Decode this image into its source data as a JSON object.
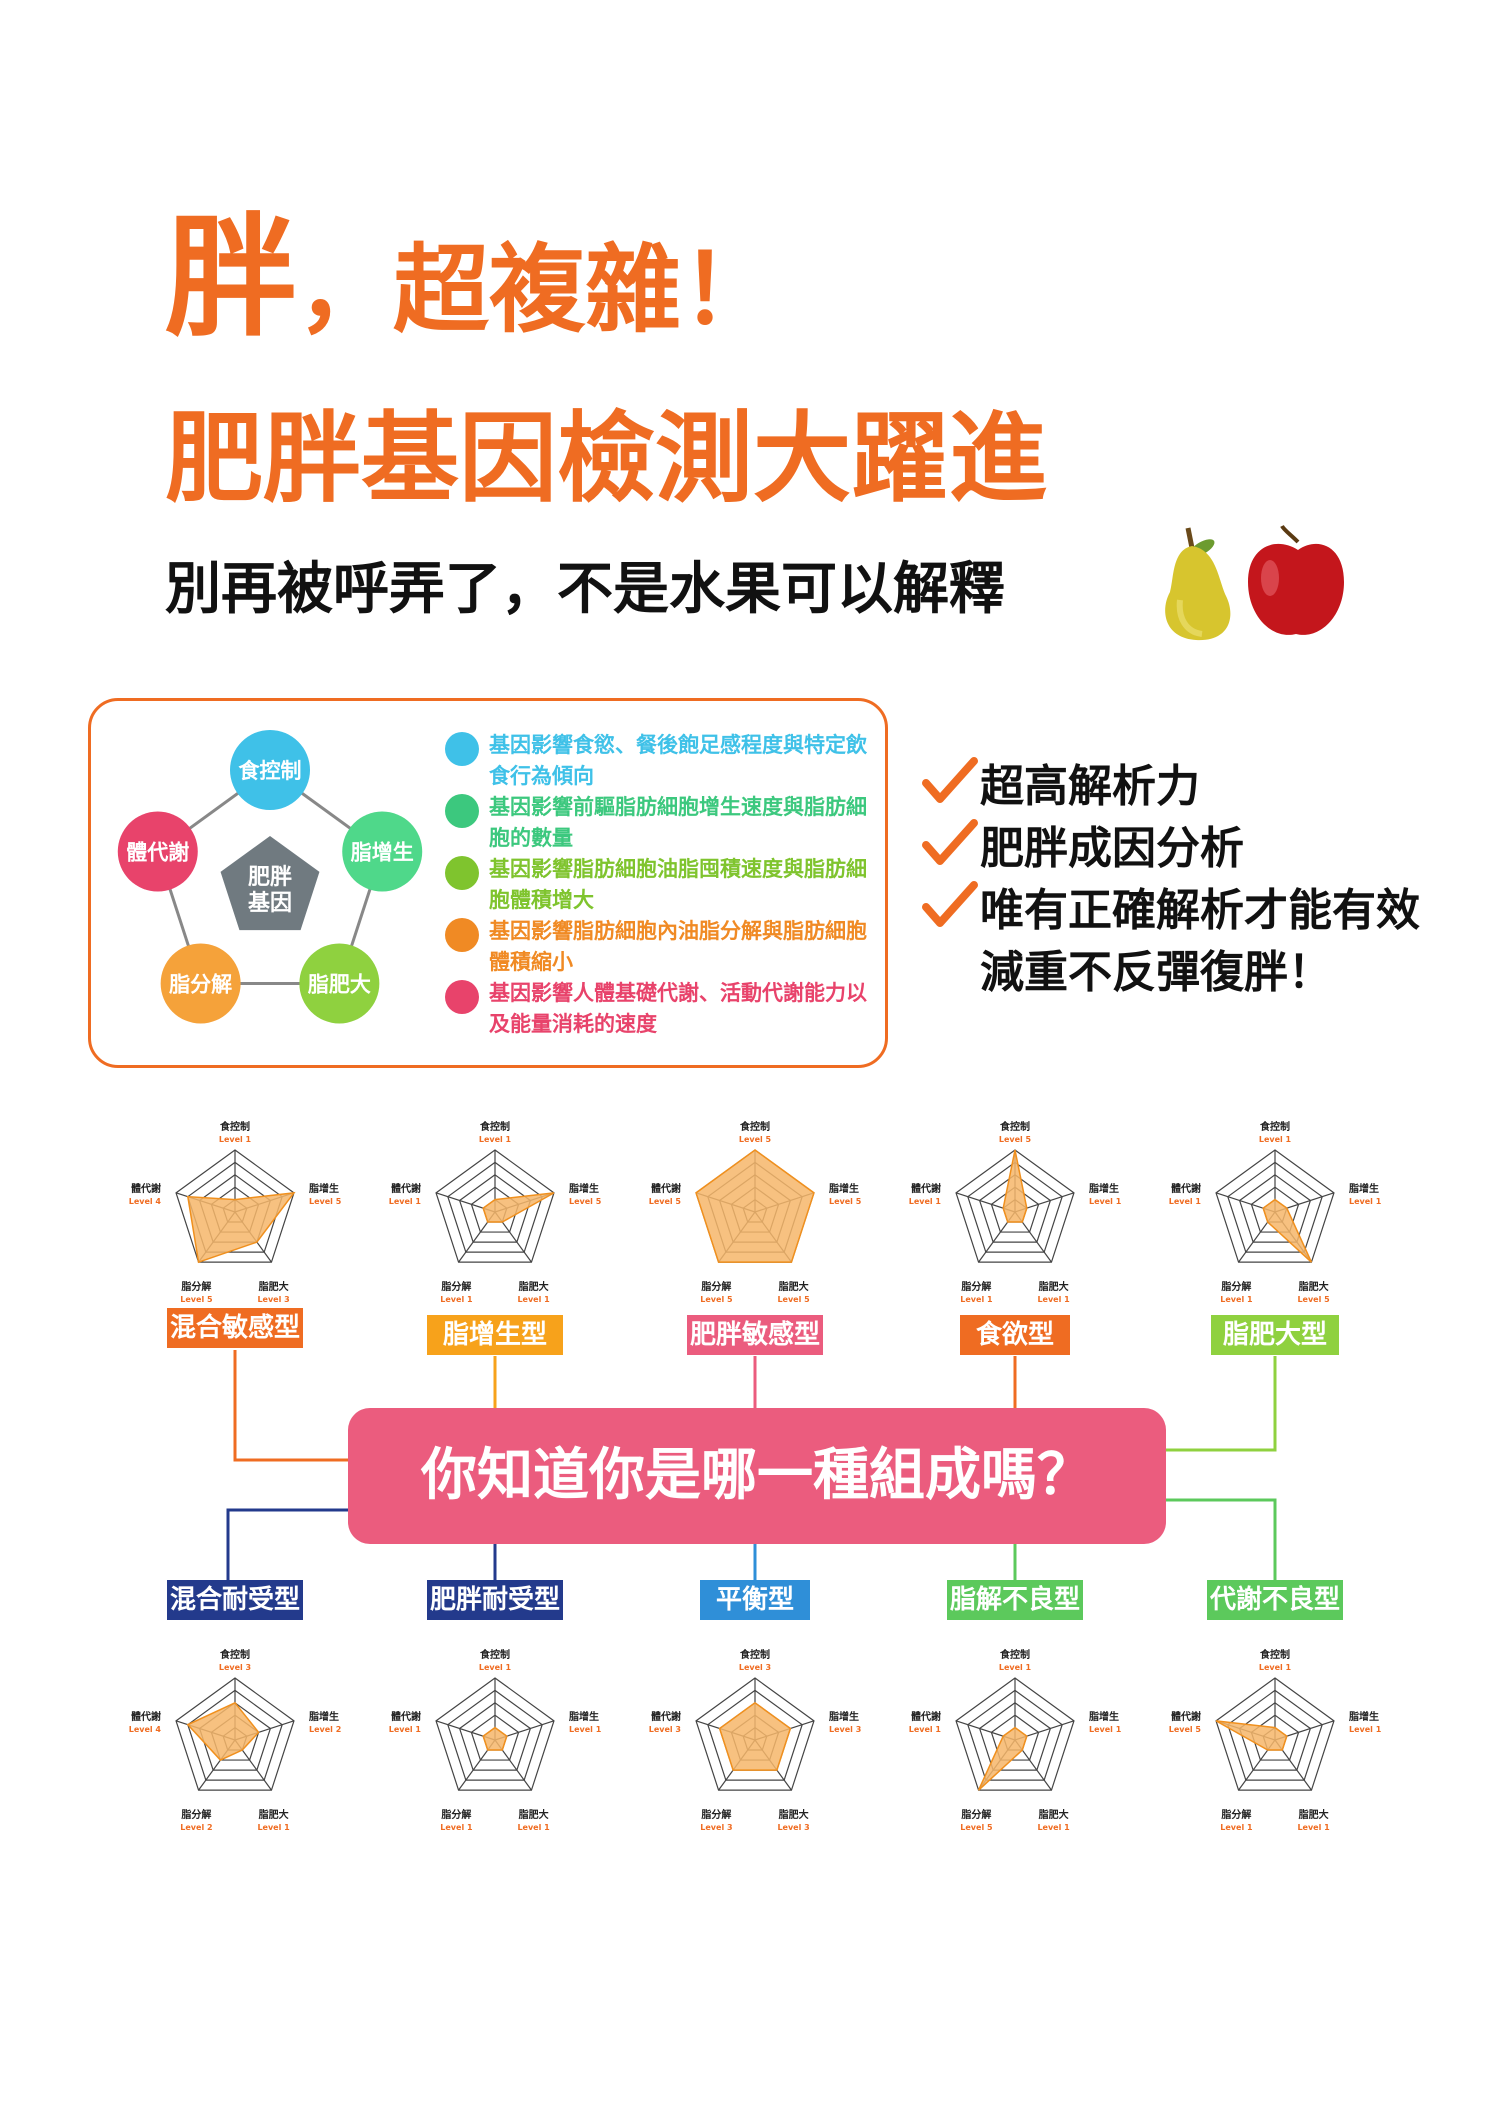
{
  "headline": {
    "char1": "胖",
    "rest": "，超複雜！"
  },
  "headline2": "肥胖基因檢測大躍進",
  "subheadline": "別再被呼弄了，不是水果可以解釋",
  "gene_diagram": {
    "center": "肥胖\n基因",
    "nodes": [
      {
        "label": "食控制",
        "color": "#3fc1e8"
      },
      {
        "label": "脂增生",
        "color": "#4fd88a"
      },
      {
        "label": "脂肥大",
        "color": "#8fd13f"
      },
      {
        "label": "脂分解",
        "color": "#f5a23a"
      },
      {
        "label": "體代謝",
        "color": "#e8436b"
      }
    ]
  },
  "legend": [
    {
      "text": "基因影響食慾、餐後飽足感程度與特定飲食行為傾向",
      "color": "#3fc1e8"
    },
    {
      "text": "基因影響前驅脂肪細胞增生速度與脂肪細胞的數量",
      "color": "#3cc87e"
    },
    {
      "text": "基因影響脂肪細胞油脂囤積速度與脂肪細胞體積增大",
      "color": "#7fc42e"
    },
    {
      "text": "基因影響脂肪細胞內油脂分解與脂肪細胞體積縮小",
      "color": "#f08a24"
    },
    {
      "text": "基因影響人體基礎代謝、活動代謝能力以及能量消耗的速度",
      "color": "#e8436b"
    }
  ],
  "checklist": [
    "超高解析力",
    "肥胖成因分析",
    "唯有正確解析才能有效",
    "減重不反彈復胖！"
  ],
  "center_question": "你知道你是哪一種組成嗎？",
  "axis_labels": [
    "食控制",
    "脂增生",
    "脂肥大",
    "脂分解",
    "體代謝"
  ],
  "level_prefix": "Level",
  "types_top": [
    {
      "label": "混合敏感型",
      "color": "#ef6c22",
      "levels": [
        1,
        5,
        3,
        5,
        4
      ]
    },
    {
      "label": "脂增生型",
      "color": "#f7a21b",
      "levels": [
        1,
        5,
        1,
        1,
        1
      ]
    },
    {
      "label": "肥胖敏感型",
      "color": "#eb5c7e",
      "levels": [
        5,
        5,
        5,
        5,
        5
      ]
    },
    {
      "label": "食欲型",
      "color": "#ef6c22",
      "levels": [
        5,
        1,
        1,
        1,
        1
      ]
    },
    {
      "label": "脂肥大型",
      "color": "#8fd13f",
      "levels": [
        1,
        1,
        5,
        1,
        1
      ]
    }
  ],
  "types_bottom": [
    {
      "label": "混合耐受型",
      "color": "#233a8c",
      "levels": [
        3,
        2,
        1,
        2,
        4
      ]
    },
    {
      "label": "肥胖耐受型",
      "color": "#233a8c",
      "levels": [
        1,
        1,
        1,
        1,
        1
      ]
    },
    {
      "label": "平衡型",
      "color": "#2f8fd8",
      "levels": [
        3,
        3,
        3,
        3,
        3
      ]
    },
    {
      "label": "脂解不良型",
      "color": "#5cc95c",
      "levels": [
        1,
        1,
        1,
        5,
        1
      ]
    },
    {
      "label": "代謝不良型",
      "color": "#5cc95c",
      "levels": [
        1,
        1,
        1,
        1,
        5
      ]
    }
  ],
  "colors": {
    "orange": "#ef6c22",
    "pink": "#eb5c7e",
    "radar_fill": "#f6b66a"
  }
}
